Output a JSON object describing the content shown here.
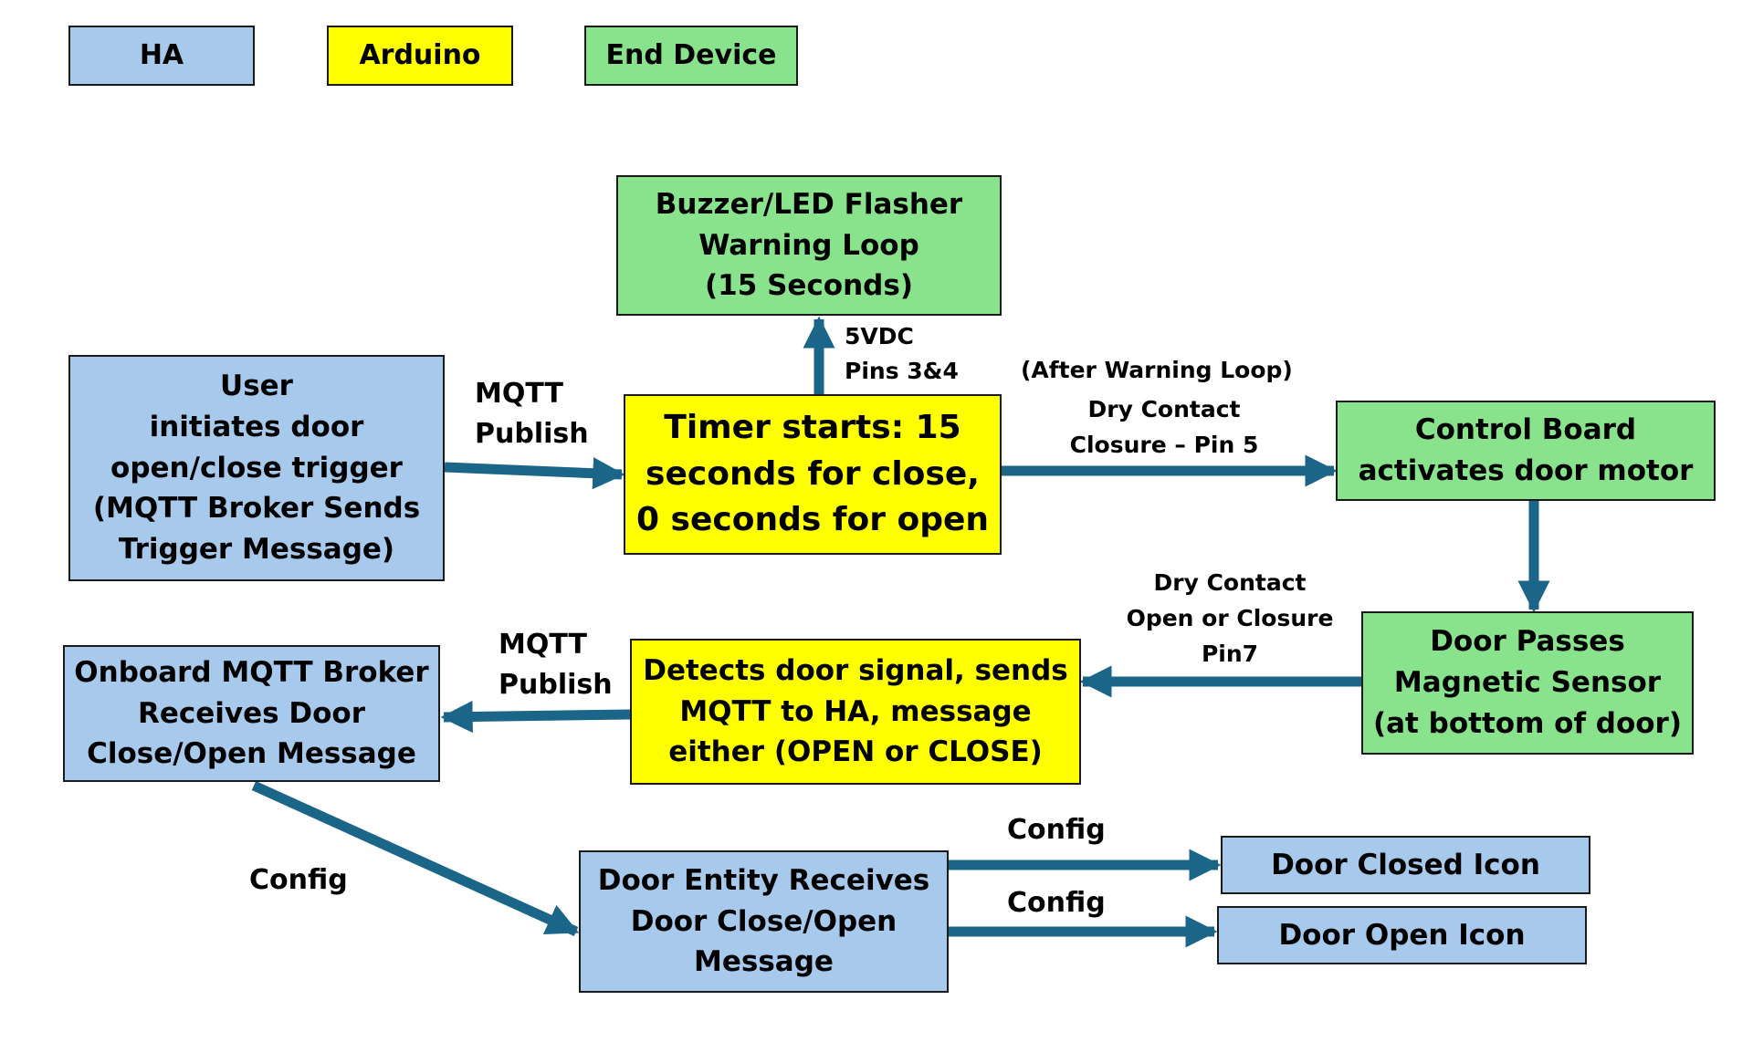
{
  "colors": {
    "ha": "#a7c9ec",
    "arduino": "#ffff00",
    "end_device": "#89e28c",
    "arrow": "#1b6589",
    "border": "#1a1a1a"
  },
  "legend": [
    {
      "label": "HA",
      "category": "ha"
    },
    {
      "label": "Arduino",
      "category": "arduino"
    },
    {
      "label": "End Device",
      "category": "end_device"
    }
  ],
  "nodes": {
    "buzzer": {
      "text": "Buzzer/LED Flasher\nWarning Loop\n(15 Seconds)",
      "category": "end_device"
    },
    "user": {
      "text": "User\ninitiates door\nopen/close trigger\n(MQTT Broker Sends\nTrigger Message)",
      "category": "ha"
    },
    "timer": {
      "text": "Timer starts: 15\nseconds for close,\n0 seconds for open",
      "category": "arduino"
    },
    "control_board": {
      "text": "Control Board\nactivates door motor",
      "category": "end_device"
    },
    "door_passes": {
      "text": "Door Passes\nMagnetic Sensor\n(at bottom of door)",
      "category": "end_device"
    },
    "detects": {
      "text": "Detects door signal, sends\nMQTT to HA, message\neither (OPEN or CLOSE)",
      "category": "arduino"
    },
    "broker": {
      "text": "Onboard MQTT Broker\nReceives Door\nClose/Open Message",
      "category": "ha"
    },
    "entity": {
      "text": "Door Entity Receives\nDoor Close/Open\nMessage",
      "category": "ha"
    },
    "closed_icon": {
      "text": "Door Closed Icon",
      "category": "ha"
    },
    "open_icon": {
      "text": "Door Open Icon",
      "category": "ha"
    }
  },
  "edges": [
    {
      "from": "user",
      "to": "timer",
      "label": "MQTT\nPublish"
    },
    {
      "from": "timer",
      "to": "buzzer",
      "label": "5VDC\n Pins 3&4"
    },
    {
      "from": "timer",
      "to": "control_board",
      "label_top": "(After Warning Loop)",
      "label": "Dry Contact\nClosure – Pin 5"
    },
    {
      "from": "control_board",
      "to": "door_passes",
      "label": ""
    },
    {
      "from": "door_passes",
      "to": "detects",
      "label": "Dry Contact\nOpen or Closure\nPin7"
    },
    {
      "from": "detects",
      "to": "broker",
      "label": "MQTT\nPublish"
    },
    {
      "from": "broker",
      "to": "entity",
      "label": "Config"
    },
    {
      "from": "entity",
      "to": "closed_icon",
      "label": "Config"
    },
    {
      "from": "entity",
      "to": "open_icon",
      "label": "Config"
    }
  ]
}
